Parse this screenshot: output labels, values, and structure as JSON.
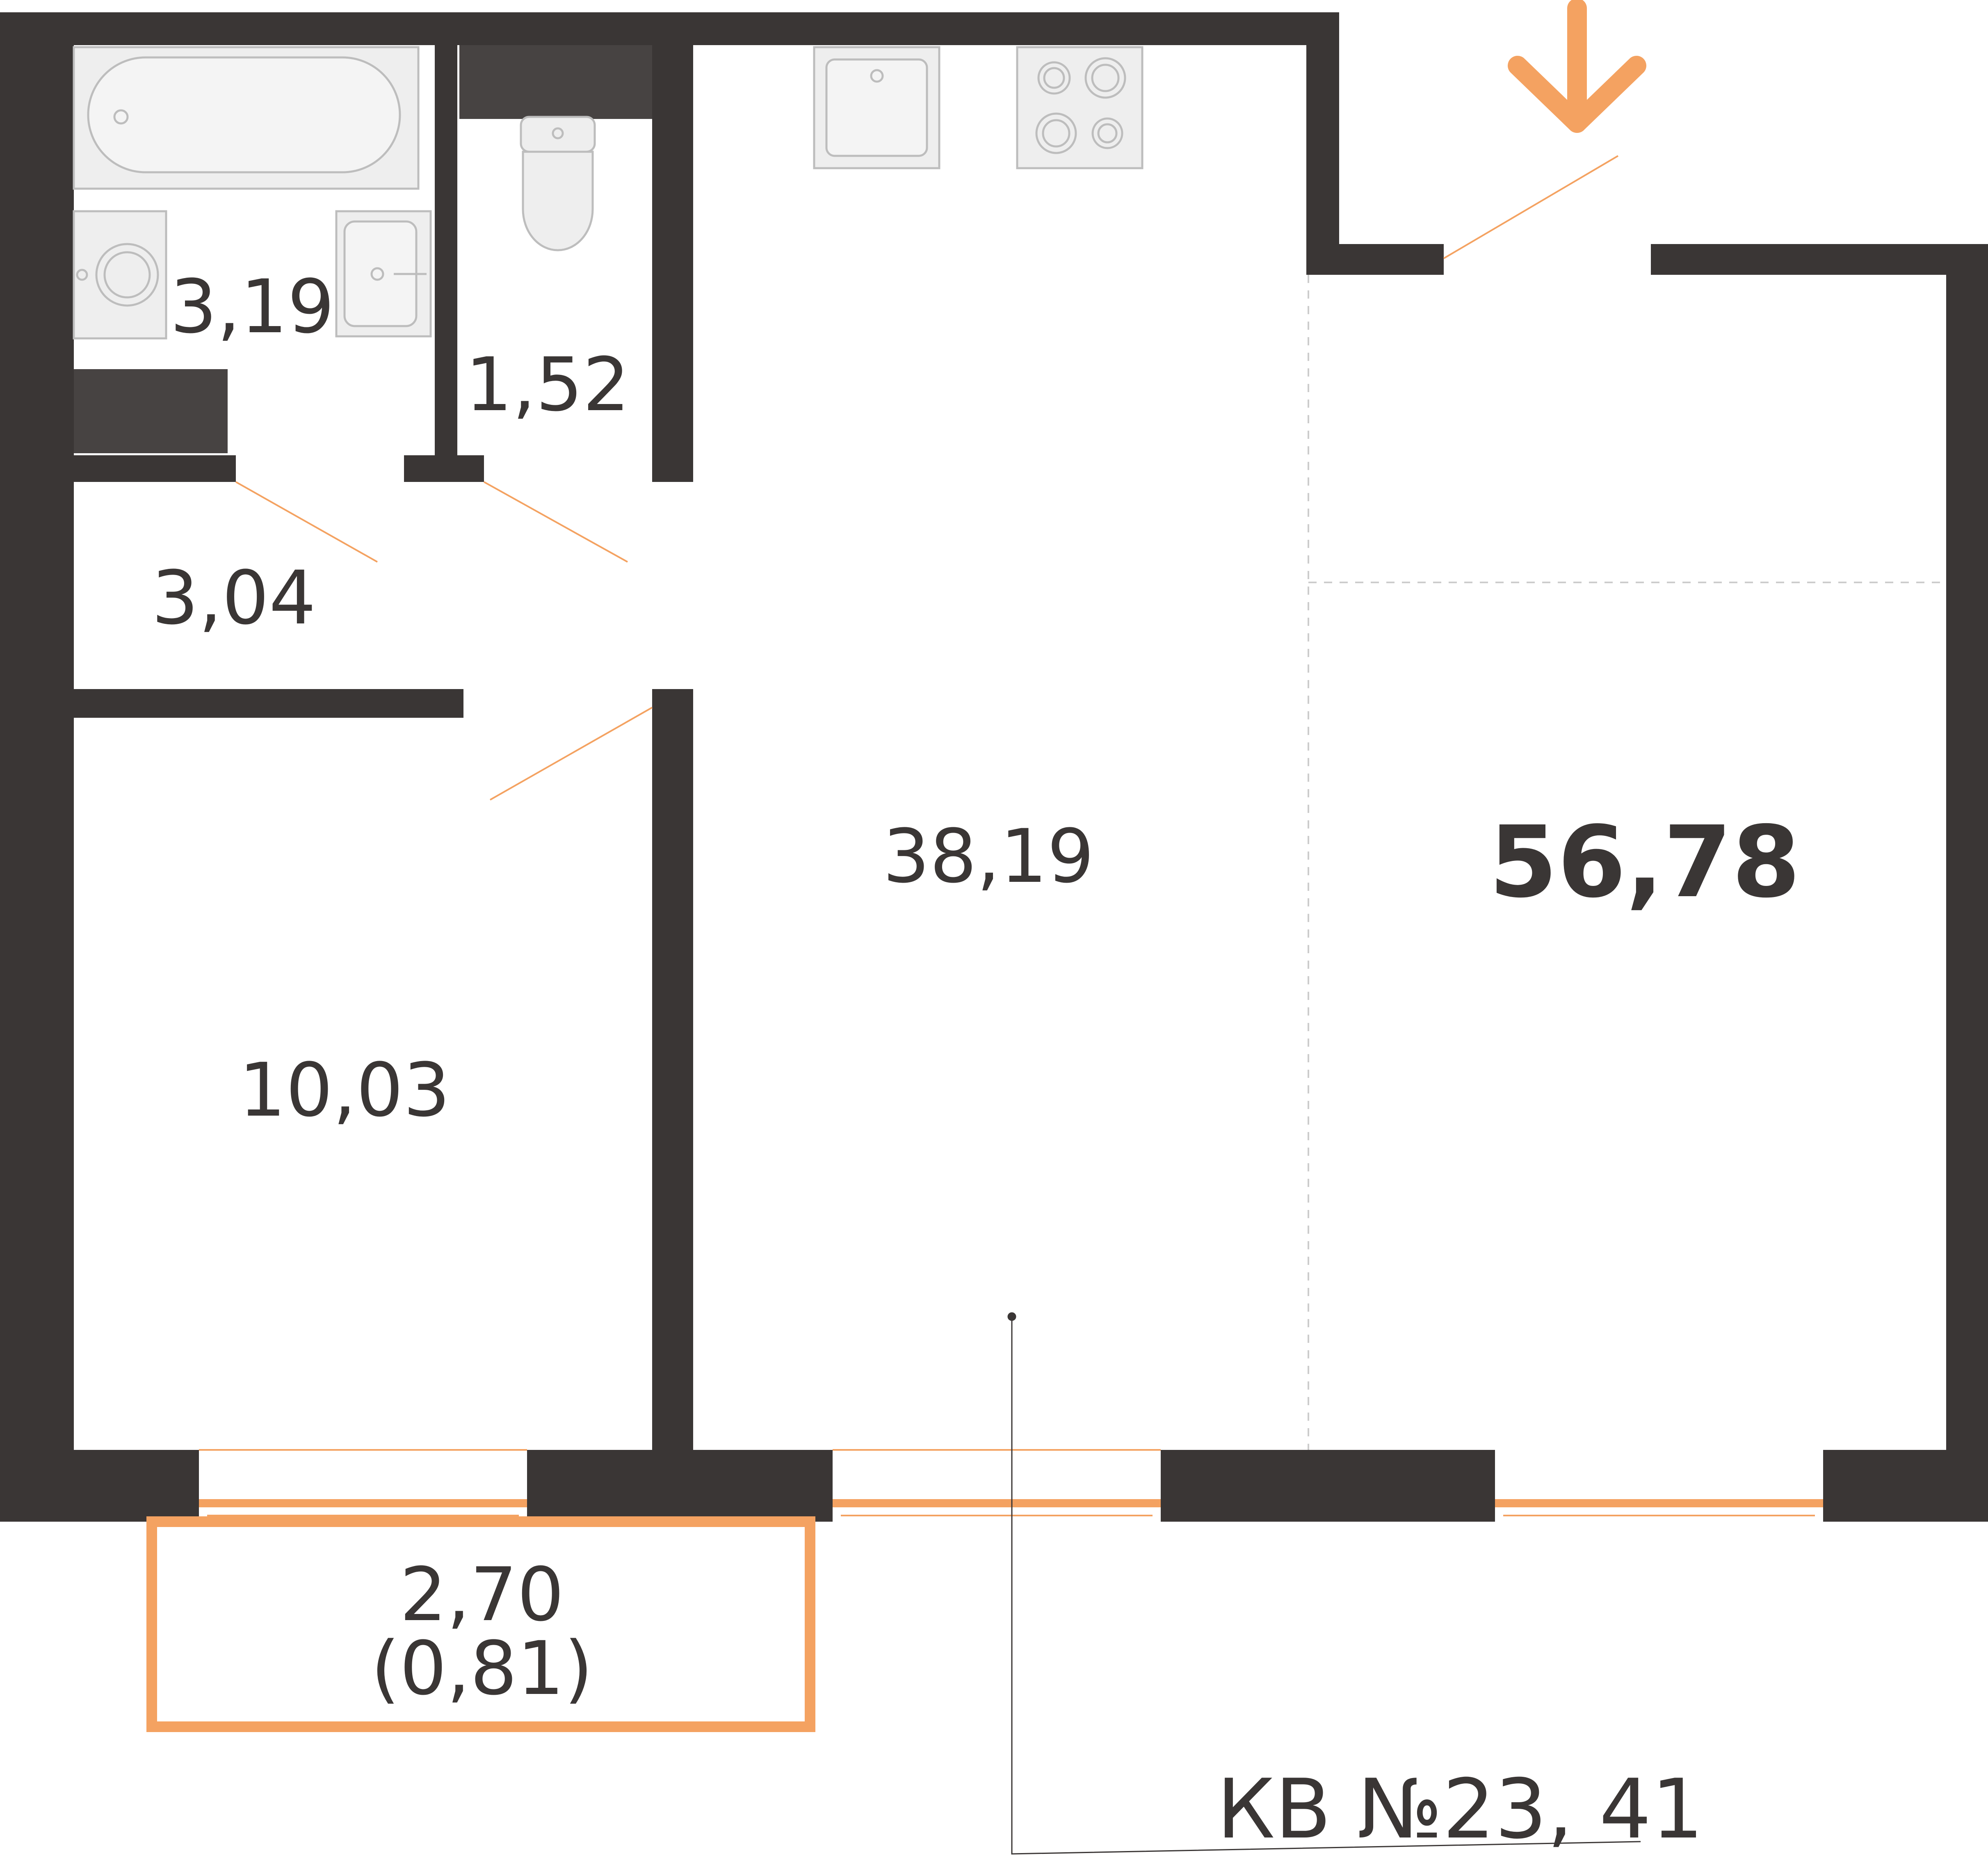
{
  "plan": {
    "total_area": "56,78",
    "apartment_label": "КВ №23, 41",
    "rooms": [
      {
        "id": "bathroom",
        "area": "3,19"
      },
      {
        "id": "toilet",
        "area": "1,52"
      },
      {
        "id": "hallway",
        "area": "3,04"
      },
      {
        "id": "bedroom",
        "area": "10,03"
      },
      {
        "id": "living-kitchen",
        "area": "38,19"
      }
    ],
    "balcony": {
      "area": "2,70",
      "reduced_area": "(0,81)"
    }
  },
  "colors": {
    "wall": "#3a3635",
    "accent": "#f4a261",
    "fixture_fill": "#eeeeee",
    "fixture_stroke": "#bdbdbd"
  },
  "icons": {
    "entrance": "arrow-down-icon"
  }
}
